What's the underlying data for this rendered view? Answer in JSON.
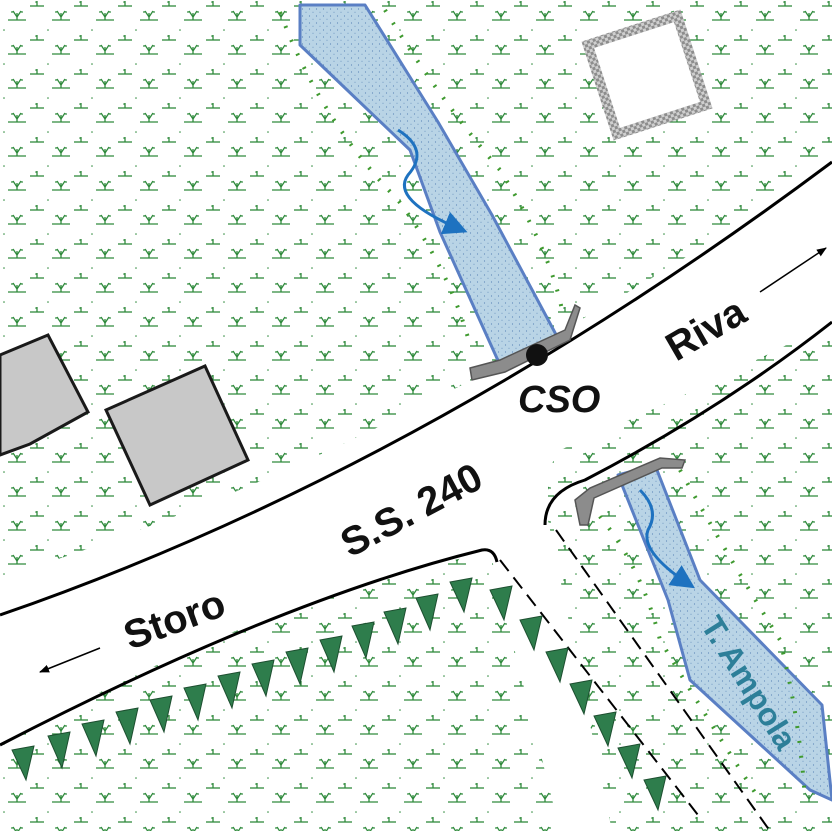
{
  "map": {
    "road_name": "S.S. 240",
    "town_east": "Riva",
    "town_west": "Storo",
    "outfall_label": "CSO",
    "stream_name": "T. Ampola"
  },
  "colors": {
    "background": "#ffffff",
    "vegetation": "#2f8a3c",
    "trees": "#2e7d4c",
    "water_fill": "#b9d4e6",
    "water_edge": "#5a7fc4",
    "flow_arrow": "#1e72c0",
    "bank_ticks": "#3f9a2f",
    "building": "#c8c8c8",
    "bridge": "#8c8c8c",
    "road_edge": "#000000",
    "stream_label": "#2d7f99"
  },
  "icons": [
    "flow-arrow-icon",
    "direction-arrow-icon",
    "outfall-point-icon",
    "bridge-icon",
    "tree-icon",
    "grass-tuft-icon"
  ]
}
